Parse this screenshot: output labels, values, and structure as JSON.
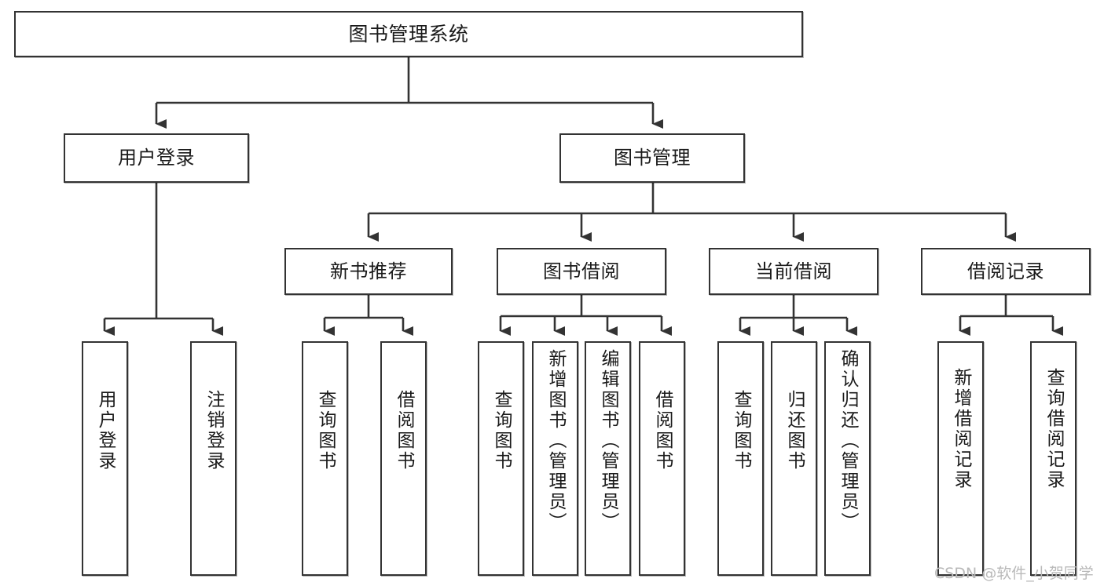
{
  "diagram": {
    "title": "图书管理系统",
    "type": "tree",
    "theme": {
      "background": "#ffffff",
      "box_border": "#333333",
      "box_fill": "#ffffff",
      "connector": "#333333",
      "text": "#1a1a1a",
      "watermark": "#b9b9b9"
    },
    "nodes": {
      "root": {
        "label": "图书管理系统"
      },
      "level2": [
        {
          "id": "user-login",
          "label": "用户登录"
        },
        {
          "id": "book-manage",
          "label": "图书管理"
        }
      ],
      "level3": [
        {
          "id": "new-book-rec",
          "label": "新书推荐"
        },
        {
          "id": "book-borrow",
          "label": "图书借阅"
        },
        {
          "id": "current-borrow",
          "label": "当前借阅"
        },
        {
          "id": "borrow-record",
          "label": "借阅记录"
        }
      ],
      "leaves": [
        {
          "id": "leaf-user-login",
          "label": "用户登录",
          "parent": "user-login"
        },
        {
          "id": "leaf-logout",
          "label": "注销登录",
          "parent": "user-login"
        },
        {
          "id": "leaf-query-book-1",
          "label": "查询图书",
          "parent": "new-book-rec"
        },
        {
          "id": "leaf-borrow-book-1",
          "label": "借阅图书",
          "parent": "new-book-rec"
        },
        {
          "id": "leaf-query-book-2",
          "label": "查询图书",
          "parent": "book-borrow"
        },
        {
          "id": "leaf-add-book",
          "label": "新增图书（管理员）",
          "parent": "book-borrow"
        },
        {
          "id": "leaf-edit-book",
          "label": "编辑图书（管理员）",
          "parent": "book-borrow"
        },
        {
          "id": "leaf-borrow-book-2",
          "label": "借阅图书",
          "parent": "book-borrow"
        },
        {
          "id": "leaf-query-book-3",
          "label": "查询图书",
          "parent": "current-borrow"
        },
        {
          "id": "leaf-return-book",
          "label": "归还图书",
          "parent": "current-borrow"
        },
        {
          "id": "leaf-confirm-return",
          "label": "确认归还（管理员）",
          "parent": "current-borrow"
        },
        {
          "id": "leaf-add-record",
          "label": "新增借阅记录",
          "parent": "borrow-record"
        },
        {
          "id": "leaf-query-record",
          "label": "查询借阅记录",
          "parent": "borrow-record"
        }
      ]
    },
    "watermark": "CSDN @软件_小贺同学"
  }
}
